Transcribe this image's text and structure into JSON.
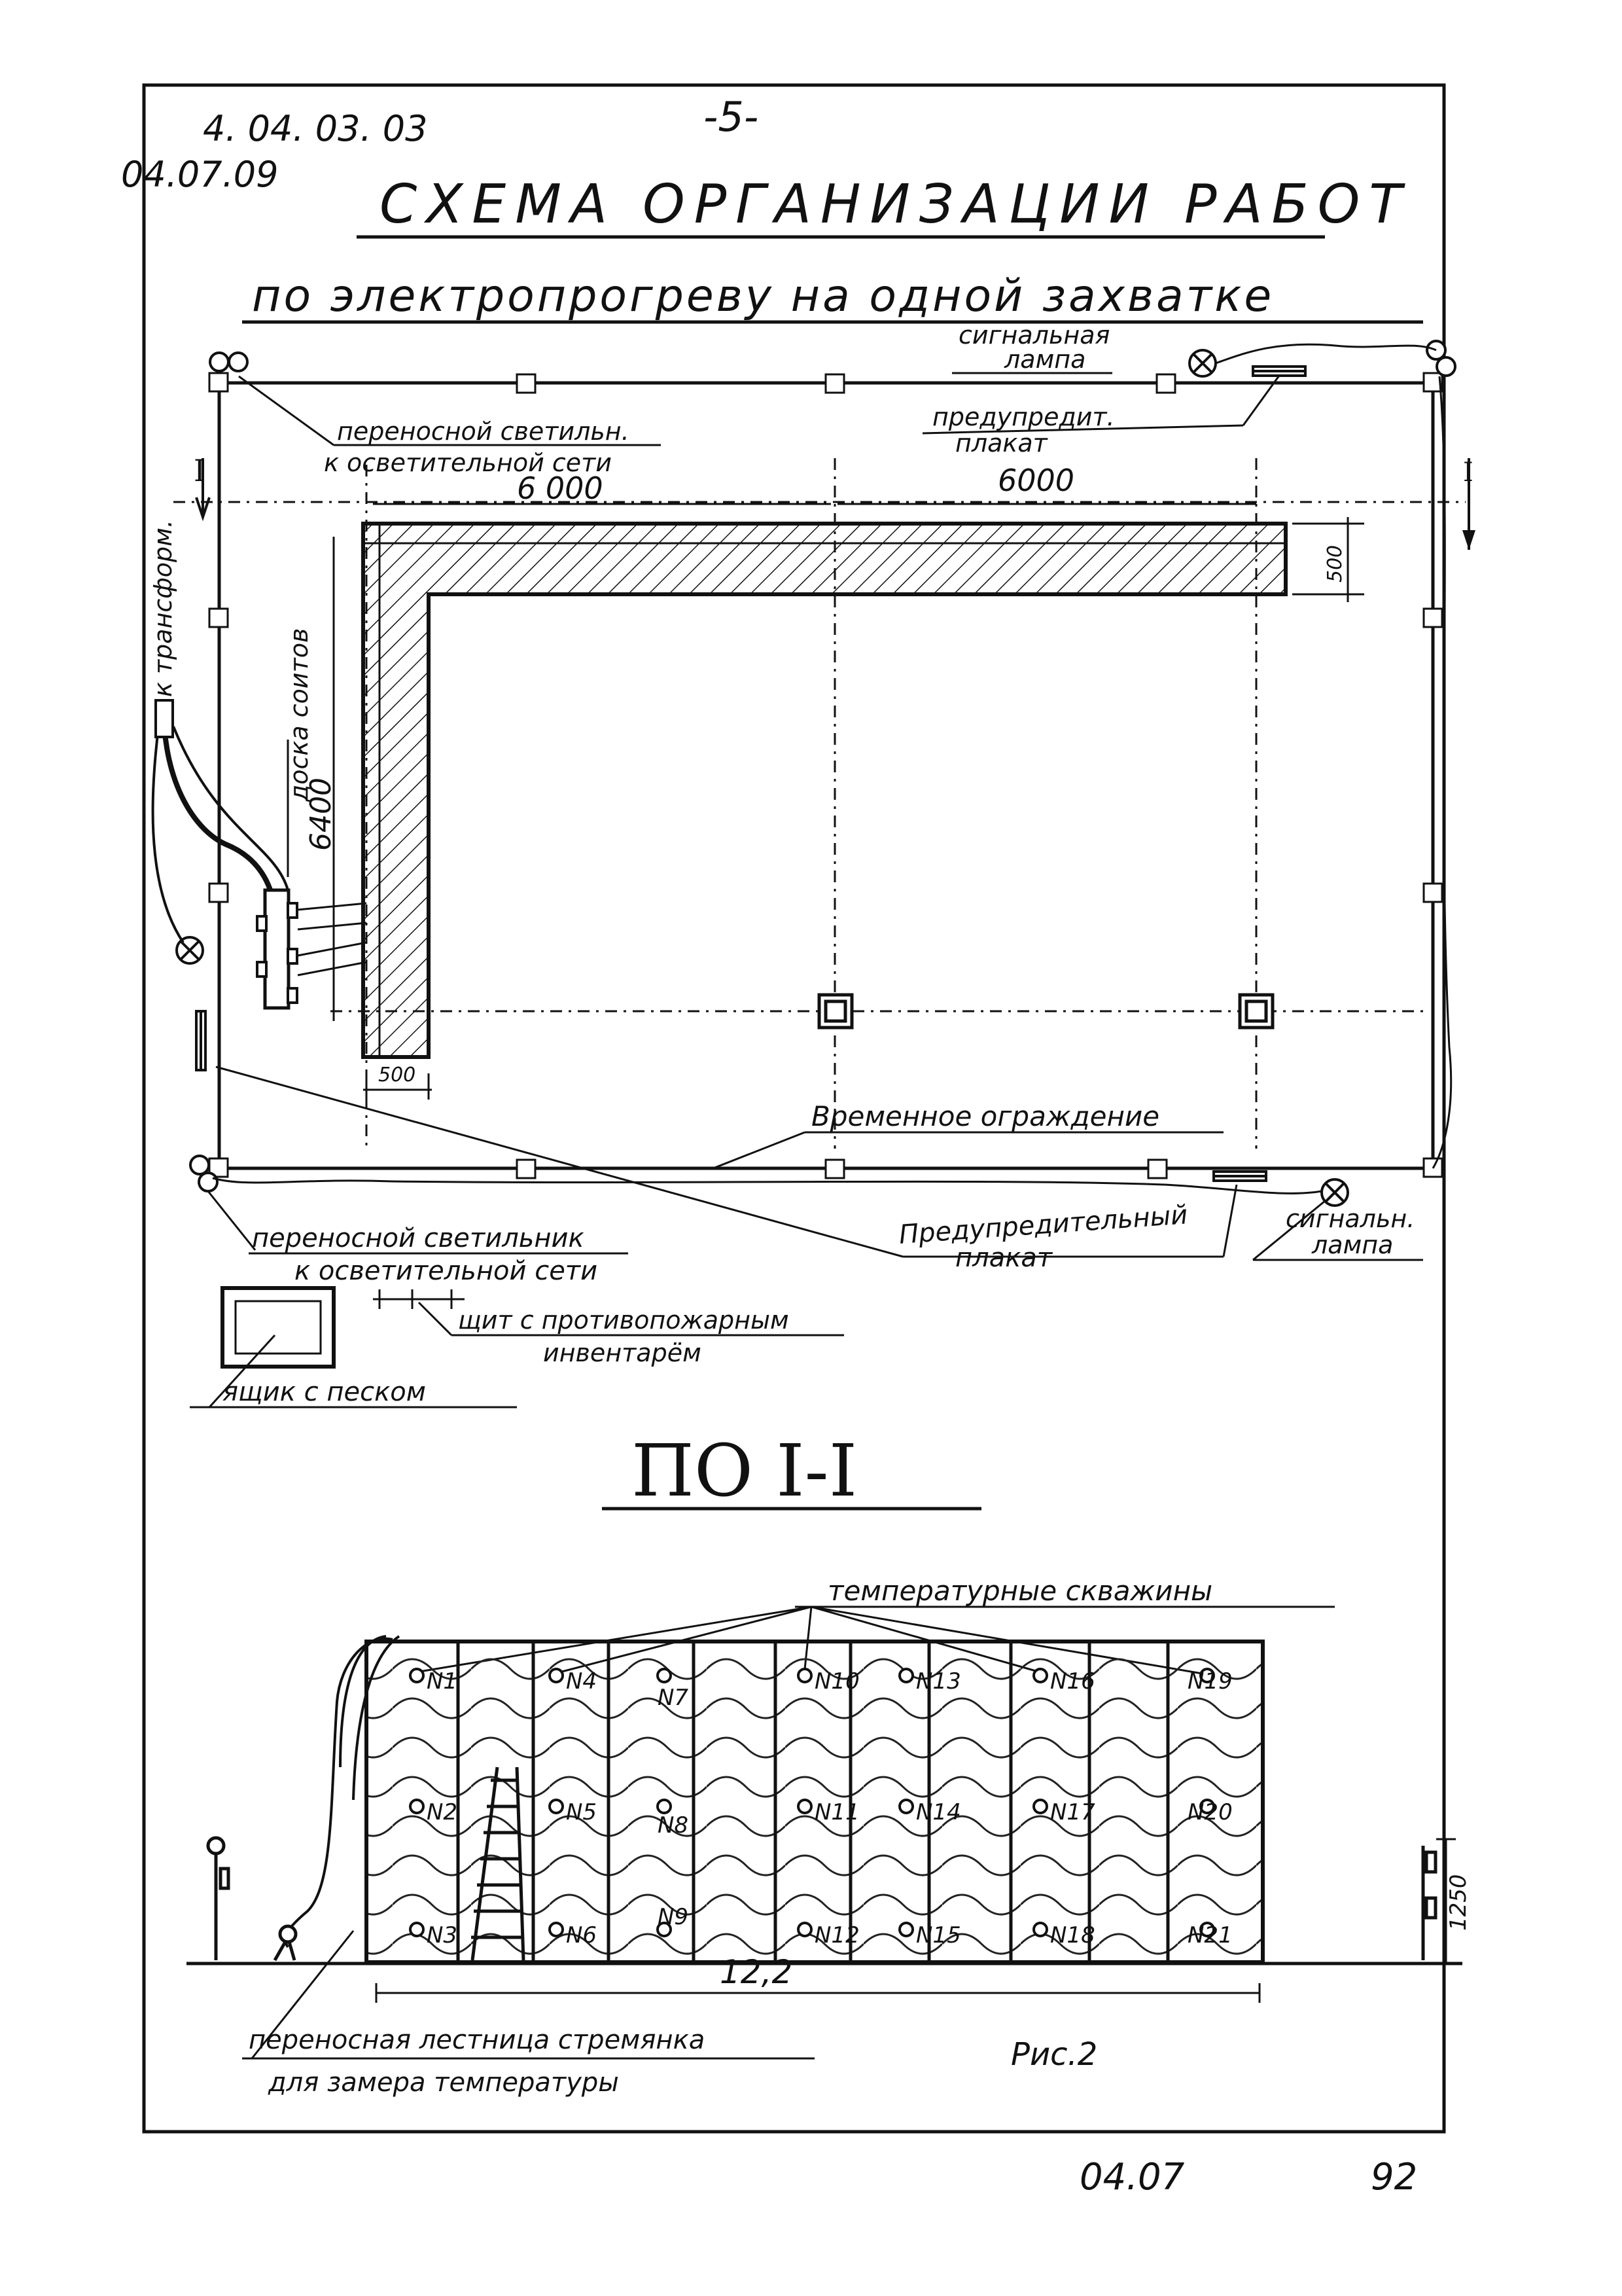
{
  "header": {
    "code_primary": "4. 04. 03. 03",
    "code_secondary": "04.07.09",
    "page_marker": "-5-"
  },
  "title": "СХЕМА ОРГАНИЗАЦИИ РАБОТ",
  "subtitle": "по электропрогреву на одной захватке",
  "plan": {
    "section_marker_left": "I",
    "section_marker_right": "I",
    "dim_top_left": "6 000",
    "dim_top_right": "6000",
    "dim_side": "6400",
    "dim_wall_top": "500",
    "dim_wall_bottom": "500",
    "label_transformer": "к трансформ.",
    "label_board": "доска соитов",
    "label_signal_lamp_top": [
      "сигнальная",
      "лампа"
    ],
    "label_warning_sign_top": [
      "предупредит.",
      "плакат"
    ],
    "label_portable_lamp_top": [
      "переносной светильн.",
      "к осветительной сети"
    ],
    "label_fence": "Временное ограждение",
    "label_portable_lamp_bottom": [
      "переносной светильник",
      "к осветительной сети"
    ],
    "label_warning_sign_bottom": [
      "Предупредительный",
      "плакат"
    ],
    "label_signal_lamp_bottom": [
      "сигнальн.",
      "лампа"
    ],
    "label_fire_shield": [
      "щит с противопожарным",
      "инвентарём"
    ],
    "label_sand_box": "ящик с песком"
  },
  "section": {
    "title": "ПО I-I",
    "label_wells": "температурные скважины",
    "wells": [
      "N1",
      "N2",
      "N3",
      "N4",
      "N5",
      "N6",
      "N7",
      "N8",
      "N9",
      "N10",
      "N11",
      "N12",
      "N13",
      "N14",
      "N15",
      "N16",
      "N17",
      "N18",
      "N19",
      "N20",
      "N21"
    ],
    "dim_length": "12,2",
    "dim_height": "1250",
    "label_ladder": [
      "переносная лестница стремянка",
      "для замера температуры"
    ],
    "figure": "Рис.2"
  },
  "footer": {
    "left": "04.07",
    "right": "92"
  }
}
